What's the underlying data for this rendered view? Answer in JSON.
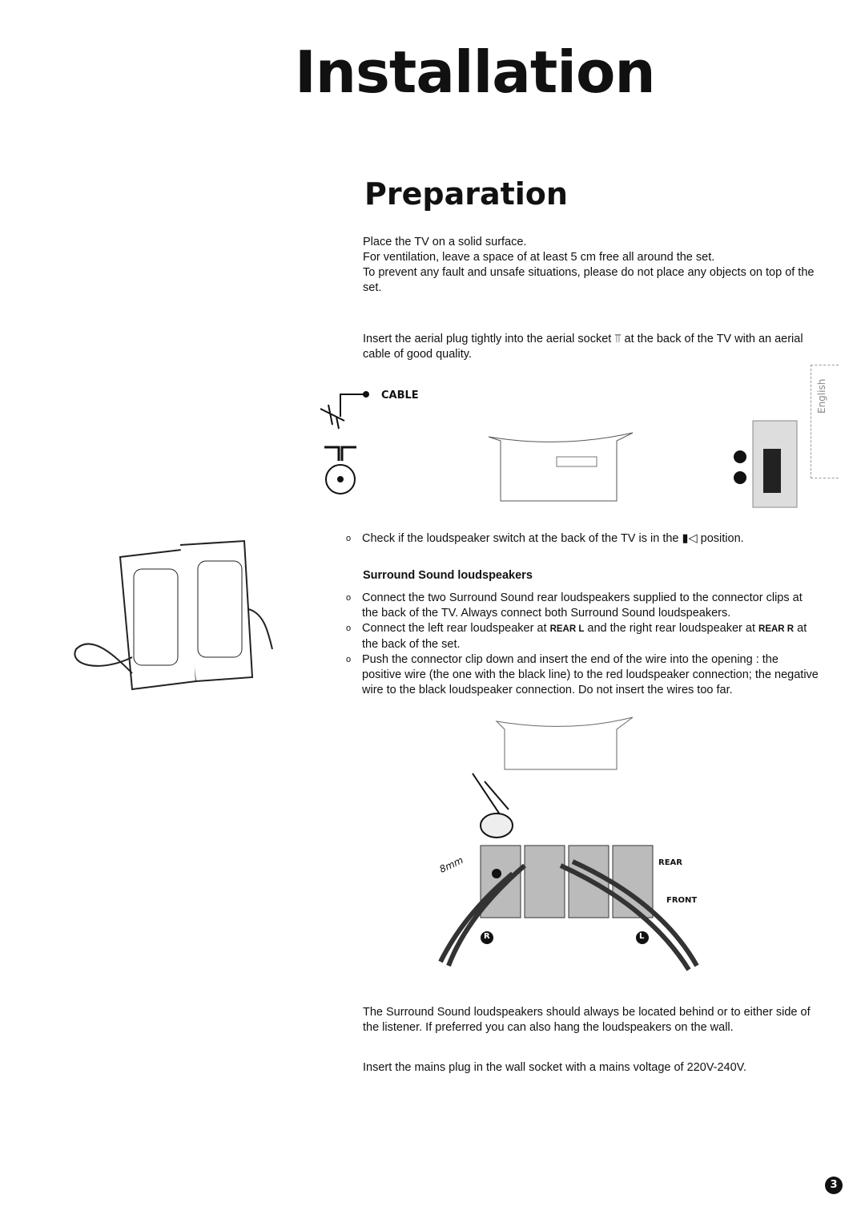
{
  "title": "Installation",
  "section": "Preparation",
  "placement_lines": [
    "Place the TV on a solid surface.",
    "For ventilation, leave a space of at least 5 cm free all around the set.",
    "To prevent any fault and unsafe situations, please do not place any objects on top of the set."
  ],
  "aerial_text": "Insert the aerial plug tightly into the aerial socket ⫪ at the back of the TV with an aerial cable of good quality.",
  "cable_label": "CABLE",
  "switch_check": "Check if the loudspeaker switch at the back of the TV is in the ▮◁ position.",
  "surround": {
    "heading": "Surround Sound loudspeakers",
    "bullet1": "Connect the two Surround Sound rear loudspeakers supplied to the connector clips at the back of the TV. Always connect both Surround Sound loudspeakers.",
    "bullet2_a": "Connect the left rear loudspeaker at ",
    "rear_l": "REAR L",
    "bullet2_b": " and the right rear loudspeaker at ",
    "rear_r": "REAR R",
    "bullet2_c": " at the back of the set.",
    "bullet3": "Push the connector clip down and insert the end of the wire into the opening : the positive wire (the one with the black line) to the red loudspeaker connection; the negative wire to the black loudspeaker connection. Do not insert the wires too far."
  },
  "diagram_labels": {
    "rear": "REAR",
    "front": "FRONT",
    "mm": "8mm",
    "r": "R",
    "l": "L"
  },
  "placement_note": "The Surround Sound loudspeakers should always be located behind or to either side of the listener. If preferred you can also hang the loudspeakers on the wall.",
  "mains_text": "Insert the mains plug in the wall socket with a mains voltage of 220V-240V.",
  "side_tab": "English",
  "page_number": "3"
}
